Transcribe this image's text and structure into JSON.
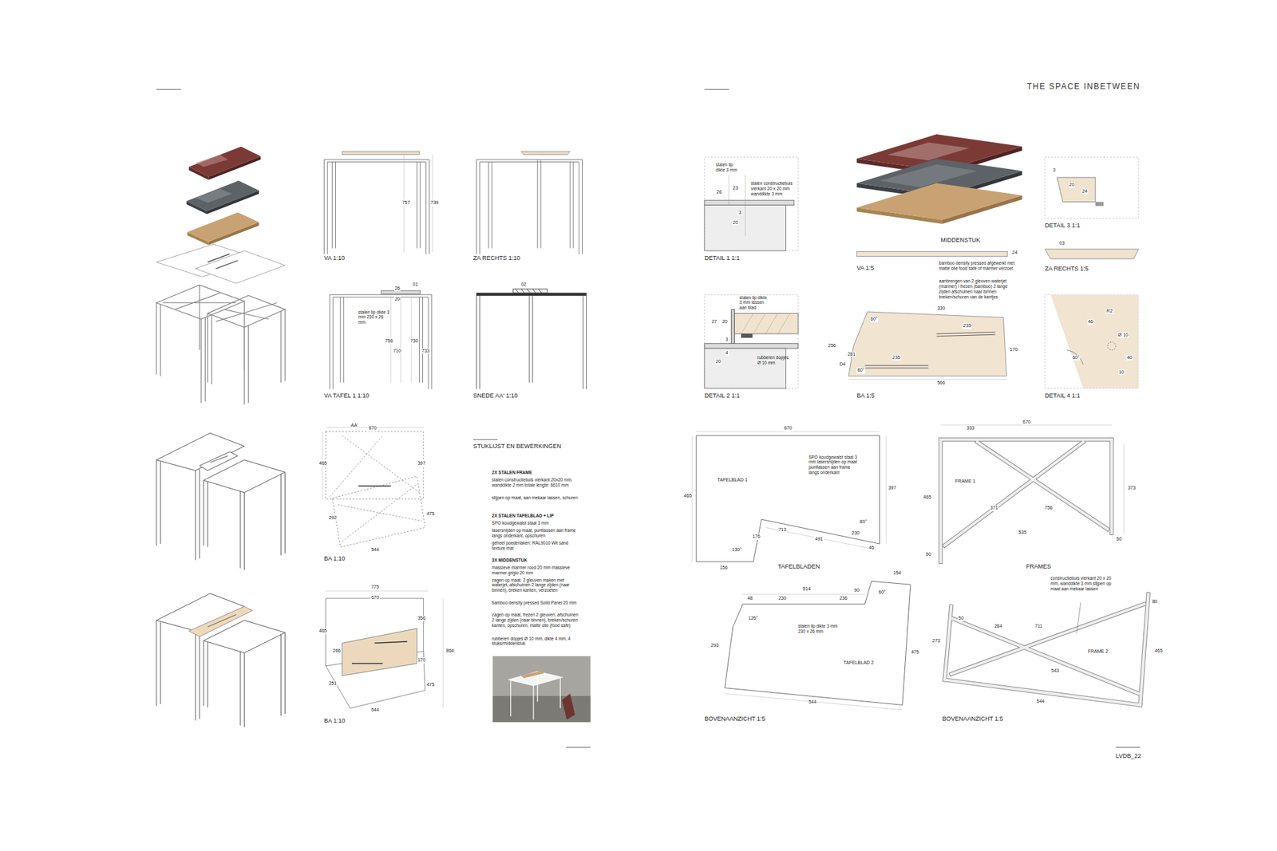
{
  "diagram": {
    "title": "THE SPACE INBETWEEN",
    "labels": [
      "VA 1:10",
      "ZA RECHTS 1:10",
      "757",
      "739",
      "VA TAFEL 1 1:10",
      "SNEDE AA' 1:10",
      "01",
      "02",
      "26",
      "20",
      "stalen lip dikte 3 mm 230 x 26 mm",
      "756",
      "710",
      "730",
      "733",
      "AA'",
      "670",
      "465",
      "397",
      "292",
      "475",
      "544",
      "BA 1:10",
      "775",
      "670",
      "465",
      "356",
      "266",
      "170",
      "864",
      "251",
      "475",
      "544",
      "BA 1:10",
      "STUKLIJST EN BEWERKINGEN",
      "2X STALEN FRAME",
      "stalen constructiebuis vierkant 20x20 mm, wanddikte 2 mm totale lengte: 6610 mm",
      "slijpen op maat, aan mekaar lassen, schuren",
      "2X STALEN TAFELBLAD + LIP",
      "SPO koudgewalst staal 3 mm",
      "lasersnijden op maat, puntlassen aan frame langs onderkant, opschuren",
      "geheel poederlaken: RAL9010 Wit sand texture mat",
      "3X MIDDENSTUK",
      "massieve marmer rood 20 mm massieve marmer grigio 20 mm",
      "zagen op maat, 2 gleuven maken met waterjet, afschuinen 2 lange zijden (naar binnen), breken kanten, verzoeten",
      "bamboo density pressed Solid Panel 20 mm",
      "zagen op maat, frezen 2 gleuven, afschuinen 2 lange zijden (naar binnen), breken/schuren kanten, opschuren, matte olie (food safe)",
      "rubberen dopjes Ø 10 mm, dikte 4 mm, 4 stuks/middenstuk",
      "DETAIL 1 1:1",
      "stalen lip dikte 3 mm",
      "stalen constructiebuis vierkant 20 x 20 mm wanddikte 3 mm",
      "26",
      "23",
      "3",
      "20",
      "DETAIL 2 1:1",
      "stalen lip dikte 3 mm lassen aan blad",
      "27",
      "20",
      "3",
      "4",
      "20",
      "rubberen dopjes Ø 10 mm",
      "MIDDENSTUK",
      "VA 1:5",
      "24",
      "bamboo density pressed afgewerkt met matte olie food safe of marmer verzoet",
      "aanbrengen van 2 gleuven waterjet (marmer) / frezen (bamboo) 2 lange zijden afschuinen naar binnen breken/schuren van de kantjes",
      "BA 1:5",
      "330",
      "256",
      "281",
      "235",
      "235",
      "170",
      "566",
      "D4",
      "60°",
      "60°",
      "DETAIL 3 1:1",
      "3",
      "20",
      "24",
      "ZA RECHTS 1:5",
      "03",
      "DETAIL 4 1:1",
      "R2",
      "46",
      "Ø 10",
      "40",
      "60°",
      "10",
      "670",
      "465",
      "397",
      "TAFELBLAD 1",
      "SPO koudgewalst staal 3 mm lasersnijden op maat puntlassen aan frame langs onderkant",
      "713",
      "491",
      "230",
      "46",
      "176",
      "130°",
      "156",
      "80°",
      "TAFELBLADEN",
      "670",
      "333",
      "465",
      "373",
      "FRAME 1",
      "756",
      "371",
      "535",
      "50",
      "50",
      "FRAMES",
      "154",
      "514",
      "48",
      "230",
      "236",
      "90",
      "60°",
      "126°",
      "stalen lip dikte 3 mm 230 x 26 mm",
      "TAFELBLAD 2",
      "293",
      "475",
      "544",
      "BOVENAANZICHT 1:5",
      "constructiebuis vierkant 20 x 20 mm, wanddikte 3 mm slijpen op maat aan mekaar lassen",
      "50",
      "80",
      "273",
      "284",
      "711",
      "543",
      "FRAME 2",
      "465",
      "544",
      "BOVENAANZICHT 1:5",
      "LVDB_22"
    ]
  }
}
